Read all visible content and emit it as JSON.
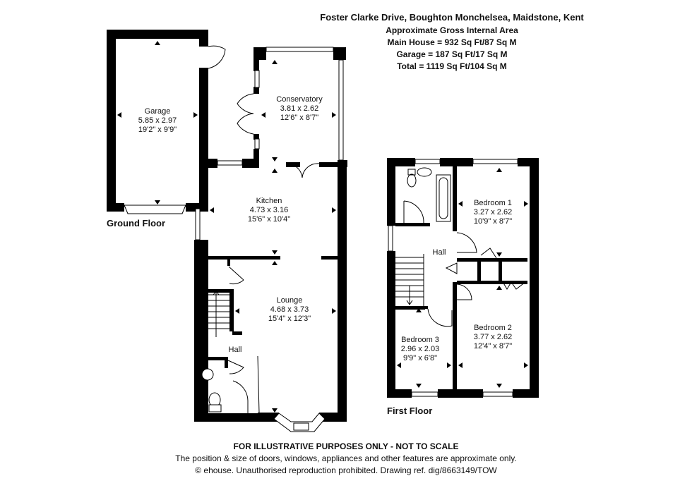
{
  "header": {
    "address": "Foster Clarke Drive, Boughton Monchelsea, Maidstone, Kent",
    "area_title": "Approximate Gross Internal Area",
    "main_house": "Main House = 932 Sq Ft/87 Sq M",
    "garage": "Garage = 187 Sq Ft/17 Sq M",
    "total": "Total = 1119 Sq Ft/104 Sq M"
  },
  "floors": {
    "ground": {
      "label": "Ground Floor",
      "rooms": [
        {
          "name": "Garage",
          "metric": "5.85 x 2.97",
          "imperial": "19'2\" x 9'9\""
        },
        {
          "name": "Conservatory",
          "metric": "3.81 x 2.62",
          "imperial": "12'6\" x 8'7\""
        },
        {
          "name": "Kitchen",
          "metric": "4.73 x 3.16",
          "imperial": "15'6\" x 10'4\""
        },
        {
          "name": "Lounge",
          "metric": "4.68 x 3.73",
          "imperial": "15'4\" x 12'3\""
        },
        {
          "name": "Hall",
          "metric": "",
          "imperial": ""
        }
      ]
    },
    "first": {
      "label": "First Floor",
      "rooms": [
        {
          "name": "Bedroom 1",
          "metric": "3.27 x 2.62",
          "imperial": "10'9\" x 8'7\""
        },
        {
          "name": "Hall",
          "metric": "",
          "imperial": ""
        },
        {
          "name": "Bedroom 2",
          "metric": "3.77 x 2.62",
          "imperial": "12'4\" x 8'7\""
        },
        {
          "name": "Bedroom 3",
          "metric": "2.96 x 2.03",
          "imperial": "9'9\" x 6'8\""
        }
      ]
    }
  },
  "footer": {
    "disclaimer": "FOR ILLUSTRATIVE PURPOSES ONLY - NOT TO SCALE",
    "note": "The position & size of doors, windows, appliances and other features are approximate only.",
    "copyright": "© ehouse. Unauthorised reproduction prohibited. Drawing ref. dig/8663149/TOW"
  }
}
